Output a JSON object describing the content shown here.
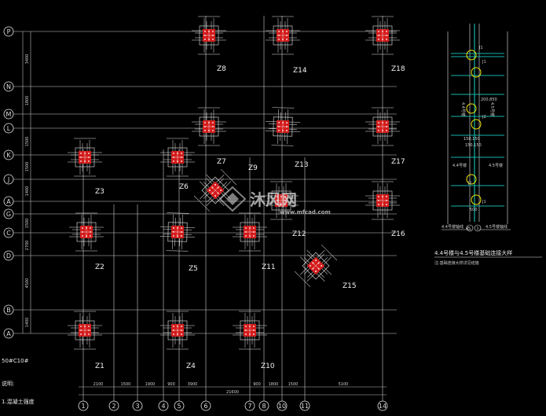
{
  "title_detail": "4.4号楼与4.5号楼基础连接大样",
  "sub_note": "注:基础连接大样详见结施",
  "bottom_notes": [
    "50#C10#",
    "说明:",
    "1.混凝土强度"
  ],
  "detail_labels": {
    "j1": "J1",
    "j2": "J2",
    "d1": "200,850",
    "d2": "150,150",
    "left_bldg": "4.4号楼",
    "right_bldg": "4.5号楼",
    "left_col": "4.4号楼",
    "right_col": "4.5号楼",
    "bot_left": "4.4号楼轴线",
    "bot_right": "4.5号楼轴线",
    "bot_axis1": "45",
    "bot_axis2": "1",
    "dim": "500"
  },
  "row_axes": [
    "P",
    "N",
    "M",
    "L",
    "K",
    "J",
    "A",
    "G",
    "C",
    "D",
    "B",
    "A"
  ],
  "col_axes": [
    "1",
    "2",
    "3",
    "4",
    "5",
    "6",
    "7",
    "8",
    "10",
    "11",
    "14"
  ],
  "col_dims": [
    "2100",
    "1500",
    "1900",
    "900",
    "3900",
    "900",
    "1800",
    "1500",
    "5100"
  ],
  "total_dim": "21600",
  "row_dims": [
    "3400",
    "1800",
    "1500",
    "1500",
    "1400",
    "1500",
    "2700",
    "4500",
    "1400"
  ],
  "columns": [
    "Z8",
    "Z14",
    "Z18",
    "Z7",
    "Z13",
    "Z17",
    "Z3",
    "Z6",
    "Z9",
    "Z16",
    "Z2",
    "Z5",
    "Z11",
    "Z12",
    "Z15",
    "Z1",
    "Z4",
    "Z10"
  ],
  "watermark": {
    "brand": "沐风网",
    "url": "www.mfcad.com"
  },
  "colors": {
    "bg": "#000000",
    "line": "#e8e8e8",
    "column": "#d41c1c",
    "detail": "#16b5aa",
    "mark": "#f2e600"
  }
}
